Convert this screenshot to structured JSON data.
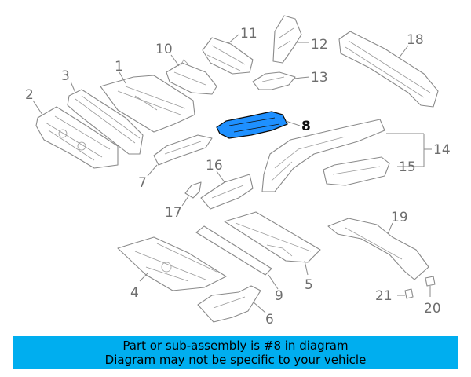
{
  "diagram": {
    "labels": [
      "1",
      "2",
      "3",
      "4",
      "5",
      "6",
      "7",
      "8",
      "9",
      "10",
      "11",
      "12",
      "13",
      "14",
      "15",
      "16",
      "17",
      "18",
      "19",
      "20",
      "21"
    ],
    "highlight_label": "8",
    "highlight_color": "#1e90ff"
  },
  "banner": {
    "line1": "Part or sub-assembly is #8 in diagram",
    "line2": "Diagram may not be specific to your vehicle",
    "background": "#00aeef"
  }
}
